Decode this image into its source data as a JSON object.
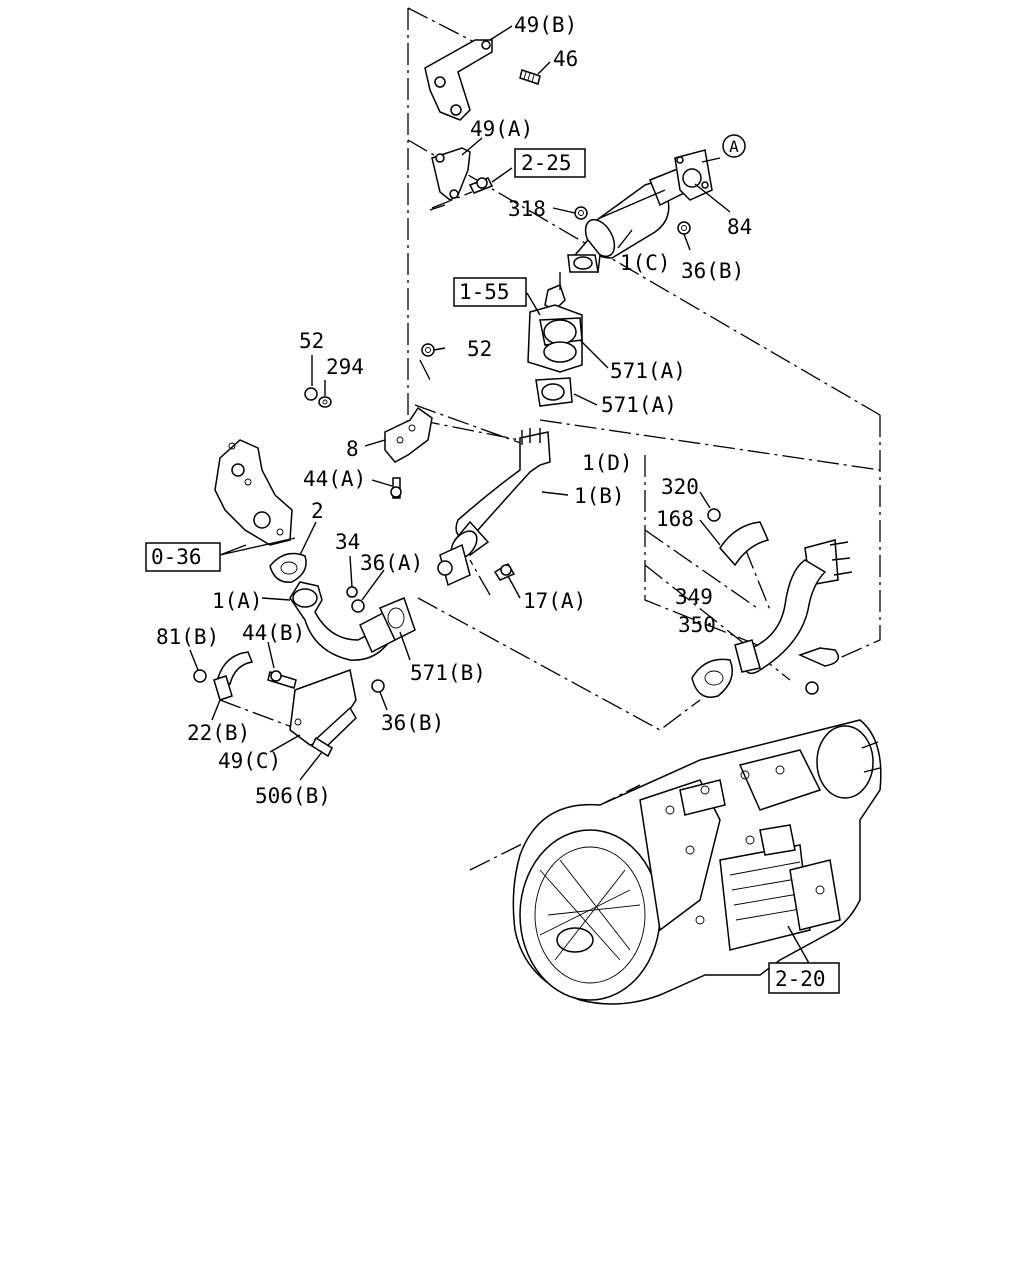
{
  "diagram": {
    "callouts": {
      "c49b": "49(B)",
      "c46": "46",
      "c49a": "49(A)",
      "c318": "318",
      "c84": "84",
      "c1c": "1(C)",
      "c36b_top": "36(B)",
      "c52_left": "52",
      "c294": "294",
      "c52_right": "52",
      "c571a_1": "571(A)",
      "c571a_2": "571(A)",
      "c8": "8",
      "c44a": "44(A)",
      "c1d": "1(D)",
      "c320": "320",
      "c168": "168",
      "c1b": "1(B)",
      "c2": "2",
      "c34": "34",
      "c36a": "36(A)",
      "c17a": "17(A)",
      "c1a": "1(A)",
      "c81b": "81(B)",
      "c44b": "44(B)",
      "c571b": "571(B)",
      "c36b_low": "36(B)",
      "c22b": "22(B)",
      "c49c": "49(C)",
      "c506b": "506(B)",
      "c349": "349",
      "c350": "350"
    },
    "refs": {
      "r225": "2-25",
      "r155": "1-55",
      "r036": "0-36",
      "r220": "2-20"
    },
    "markers": {
      "circle_a": "A"
    }
  }
}
